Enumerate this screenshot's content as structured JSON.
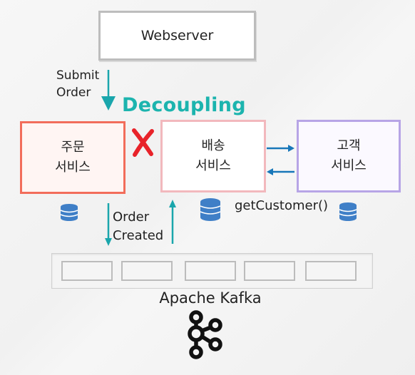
{
  "webserver": {
    "label": "Webserver"
  },
  "submit_order": {
    "line1": "Submit",
    "line2": "Order"
  },
  "decoupling": {
    "label": "Decoupling"
  },
  "order_service": {
    "line1": "주문",
    "line2": "서비스"
  },
  "shipping_service": {
    "line1": "배송",
    "line2": "서비스"
  },
  "customer_service": {
    "line1": "고객",
    "line2": "서비스"
  },
  "get_customer": {
    "label": "getCustomer()"
  },
  "order_created": {
    "line1": "Order",
    "line2": "Created"
  },
  "kafka": {
    "label": "Apache Kafka",
    "slot_count": 5
  },
  "colors": {
    "arrow": "#1aa6ac",
    "decoupling": "#1cb4ae",
    "blocked_x": "#e8232a",
    "database": "#3f7fc7",
    "order_border": "#f26d5b",
    "shipping_border": "#f2b8bd",
    "customer_border": "#b7a5e6"
  }
}
